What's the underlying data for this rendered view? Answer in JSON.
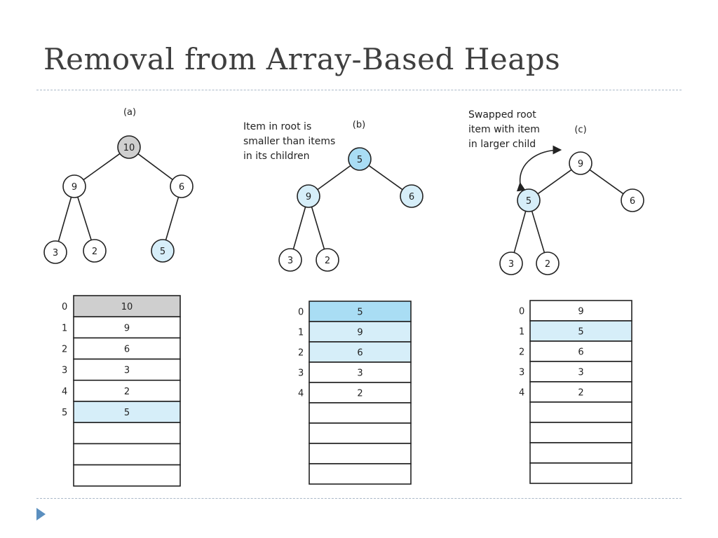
{
  "slide": {
    "title": "Removal from Array-Based Heaps"
  },
  "colors": {
    "gray": "#cfcfcf",
    "light_blue": "#d6eef9",
    "blue": "#a9ddf4",
    "white": "#ffffff"
  },
  "panels": [
    {
      "caption": "(a)",
      "note": [],
      "nodes": [
        {
          "value": "10",
          "color": "gray"
        },
        {
          "value": "9",
          "color": "white"
        },
        {
          "value": "6",
          "color": "white"
        },
        {
          "value": "3",
          "color": "white"
        },
        {
          "value": "2",
          "color": "white"
        },
        {
          "value": "5",
          "color": "light_blue"
        }
      ],
      "array": [
        {
          "index": "0",
          "value": "10",
          "color": "gray"
        },
        {
          "index": "1",
          "value": "9",
          "color": "white"
        },
        {
          "index": "2",
          "value": "6",
          "color": "white"
        },
        {
          "index": "3",
          "value": "3",
          "color": "white"
        },
        {
          "index": "4",
          "value": "2",
          "color": "white"
        },
        {
          "index": "5",
          "value": "5",
          "color": "light_blue"
        },
        {
          "index": "",
          "value": "",
          "color": "white"
        },
        {
          "index": "",
          "value": "",
          "color": "white"
        },
        {
          "index": "",
          "value": "",
          "color": "white"
        }
      ]
    },
    {
      "caption": "(b)",
      "note": [
        "Item in root is",
        "smaller than items",
        "in its children"
      ],
      "nodes": [
        {
          "value": "5",
          "color": "blue"
        },
        {
          "value": "9",
          "color": "light_blue"
        },
        {
          "value": "6",
          "color": "light_blue"
        },
        {
          "value": "3",
          "color": "white"
        },
        {
          "value": "2",
          "color": "white"
        }
      ],
      "array": [
        {
          "index": "0",
          "value": "5",
          "color": "blue"
        },
        {
          "index": "1",
          "value": "9",
          "color": "light_blue"
        },
        {
          "index": "2",
          "value": "6",
          "color": "light_blue"
        },
        {
          "index": "3",
          "value": "3",
          "color": "white"
        },
        {
          "index": "4",
          "value": "2",
          "color": "white"
        },
        {
          "index": "",
          "value": "",
          "color": "white"
        },
        {
          "index": "",
          "value": "",
          "color": "white"
        },
        {
          "index": "",
          "value": "",
          "color": "white"
        },
        {
          "index": "",
          "value": "",
          "color": "white"
        }
      ]
    },
    {
      "caption": "(c)",
      "note": [
        "Swapped root",
        "item with item",
        "in larger child"
      ],
      "nodes": [
        {
          "value": "9",
          "color": "white"
        },
        {
          "value": "5",
          "color": "light_blue"
        },
        {
          "value": "6",
          "color": "white"
        },
        {
          "value": "3",
          "color": "white"
        },
        {
          "value": "2",
          "color": "white"
        }
      ],
      "array": [
        {
          "index": "0",
          "value": "9",
          "color": "white"
        },
        {
          "index": "1",
          "value": "5",
          "color": "light_blue"
        },
        {
          "index": "2",
          "value": "6",
          "color": "white"
        },
        {
          "index": "3",
          "value": "3",
          "color": "white"
        },
        {
          "index": "4",
          "value": "2",
          "color": "white"
        },
        {
          "index": "",
          "value": "",
          "color": "white"
        },
        {
          "index": "",
          "value": "",
          "color": "white"
        },
        {
          "index": "",
          "value": "",
          "color": "white"
        },
        {
          "index": "",
          "value": "",
          "color": "white"
        }
      ]
    }
  ]
}
